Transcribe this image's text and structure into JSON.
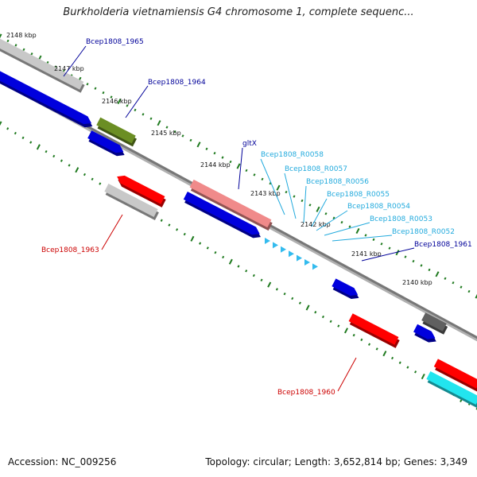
{
  "title": "Burkholderia vietnamiensis G4 chromosome 1, complete sequenc...",
  "footer": {
    "accession": "Accession: NC_009256",
    "topology": "Topology: circular; Length: 3,652,814 bp; Genes: 3,349"
  },
  "ticks": [
    "2148 kbp",
    "2147 kbp",
    "2146 kbp",
    "2145 kbp",
    "2144 kbp",
    "2143 kbp",
    "2142 kbp",
    "2141 kbp",
    "2140 kbp"
  ],
  "colors": {
    "backbone": "#777777",
    "tick": "#1f7a1f",
    "blue": "#0000dd",
    "red": "#ff0000",
    "pink": "#f08a8a",
    "gray": "#c8c8c8",
    "darkgray": "#606060",
    "olive": "#6b8e23",
    "cyan": "#22e5ee",
    "lightblue": "#33bbee",
    "label_blue": "#000099",
    "label_red": "#cc0000",
    "label_cyan": "#22aadd"
  },
  "labels": [
    {
      "text": "Bcep1808_1965",
      "color": "label_blue"
    },
    {
      "text": "Bcep1808_1964",
      "color": "label_blue"
    },
    {
      "text": "gltX",
      "color": "label_blue"
    },
    {
      "text": "Bcep1808_R0058",
      "color": "label_cyan"
    },
    {
      "text": "Bcep1808_R0057",
      "color": "label_cyan"
    },
    {
      "text": "Bcep1808_R0056",
      "color": "label_cyan"
    },
    {
      "text": "Bcep1808_R0055",
      "color": "label_cyan"
    },
    {
      "text": "Bcep1808_R0054",
      "color": "label_cyan"
    },
    {
      "text": "Bcep1808_R0053",
      "color": "label_cyan"
    },
    {
      "text": "Bcep1808_R0052",
      "color": "label_cyan"
    },
    {
      "text": "Bcep1808_1961",
      "color": "label_blue"
    },
    {
      "text": "Bcep1808_1963",
      "color": "label_red"
    },
    {
      "text": "Bcep1808_1960",
      "color": "label_red"
    }
  ]
}
